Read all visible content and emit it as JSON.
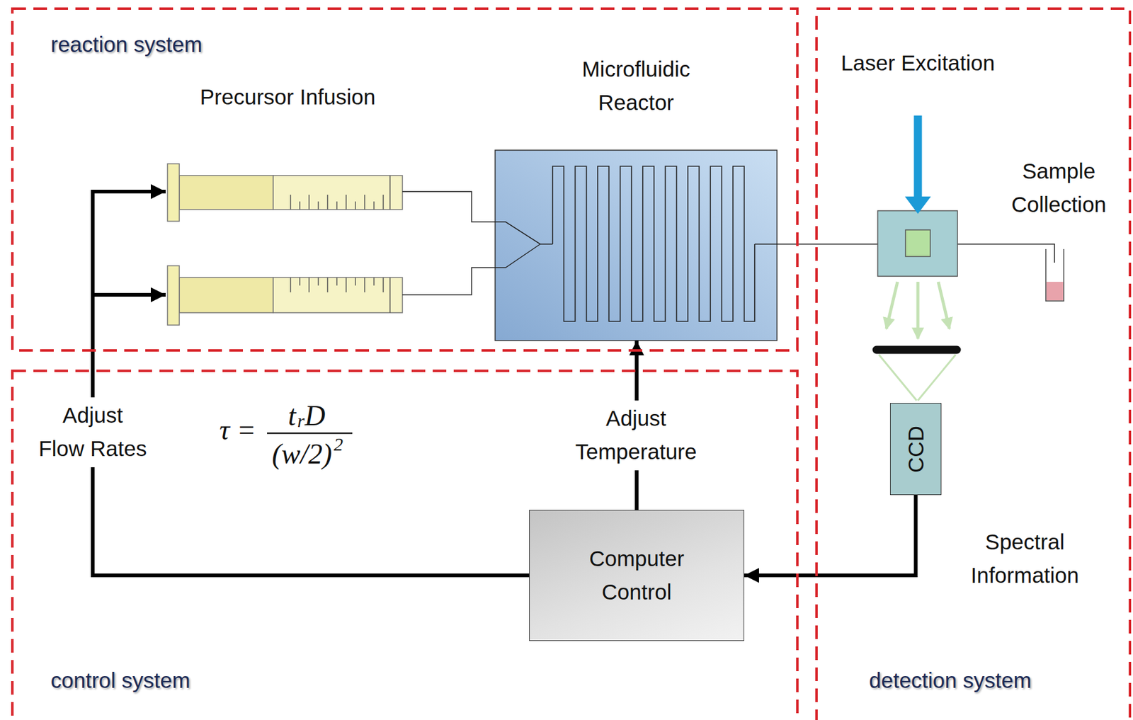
{
  "diagram": {
    "nodes": [
      {
        "text": [
          "reaction system"
        ]
      },
      {
        "text": [
          "Precursor Infusion"
        ],
        "in": 0
      },
      {
        "text": [
          "Microfluidic Reactor"
        ],
        "in": 0
      },
      {
        "text": [
          "control system"
        ]
      },
      {
        "text": [
          "Computer Control"
        ],
        "in": 3
      },
      {
        "text": [
          "detection system"
        ]
      },
      {
        "text": [
          "CCD"
        ],
        "in": 5
      }
    ],
    "edges": [
      {
        "from": 4,
        "to": 1,
        "arrow": "to",
        "label": "Adjust Flow Rates"
      },
      {
        "from": 4,
        "to": 2,
        "arrow": "to",
        "label": "Adjust Temperature"
      },
      {
        "from": 6,
        "to": 4,
        "arrow": "to",
        "label": "Spectral Information"
      }
    ],
    "labels": [
      "τ =",
      "t",
      "r",
      "D",
      "(w/2)",
      "2",
      "Laser Excitation",
      "Sample Collection"
    ]
  }
}
